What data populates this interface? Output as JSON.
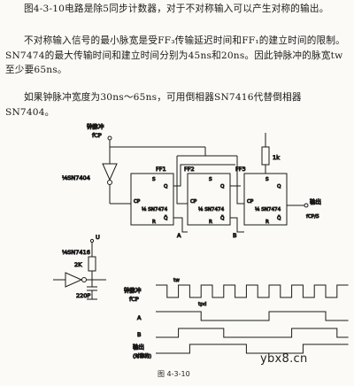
{
  "text": {
    "p1": "图4-3-10电路是除5同步计数器，对于不对称输入可以产生对称的输出。",
    "p2": "不对称输入信号的最小脉宽是受FF₃传输延迟时间和FF₁的建立时间的限制。SN7474的最大传输时间和建立时间分别为45ns和20ns。因此钟脉冲的脉宽tw至少要65ns。",
    "p3": "如果钟脉冲宽度为30ns～65ns，可用倒相器SN7416代替倒相器SN7404。"
  },
  "circuit": {
    "clock_label": "钟脉冲",
    "fcp": "fCP",
    "inverter_top": "⅙SN7404",
    "ff_labels": [
      "FF1",
      "FF2",
      "FF3"
    ],
    "ff_chip": "½ SN7474",
    "pin_s": "S",
    "pin_cp": "CP",
    "pin_q": "Q",
    "pin_qbar": "Q̄",
    "pin_r": "R",
    "node_a": "A",
    "node_b": "B",
    "resistor_top": "1k",
    "output_label": "输出",
    "output_sub": "fCP/5",
    "inverter_alt": "⅙SN7416",
    "resistor_alt": "2K",
    "cap_alt": "220P",
    "supply": "U"
  },
  "timing": {
    "clock_label": "钟脉冲",
    "fcp": "fCP",
    "tw": "tw",
    "tpd": "tpd",
    "a": "A",
    "b": "B",
    "output": "输出",
    "output_note": "(对称的)",
    "clock_pattern": [
      1,
      0,
      1,
      0,
      1,
      0,
      1,
      0,
      1,
      0,
      1,
      0,
      1,
      0,
      1,
      0,
      1
    ],
    "a_pattern": [
      1,
      1,
      1,
      1,
      0,
      0,
      0,
      0,
      0,
      0,
      1,
      1,
      1,
      1,
      1,
      0,
      0
    ],
    "b_pattern": [
      0,
      0,
      1,
      1,
      1,
      1,
      0,
      0,
      0,
      0,
      0,
      0,
      1,
      1,
      1,
      1,
      0
    ],
    "out_pattern": [
      0,
      0,
      0,
      1,
      1,
      1,
      1,
      1,
      0,
      0,
      0,
      0,
      0,
      1,
      1,
      1,
      1
    ]
  },
  "figure": {
    "caption": "图 4-3-10"
  },
  "watermark": "ybx8.cn"
}
